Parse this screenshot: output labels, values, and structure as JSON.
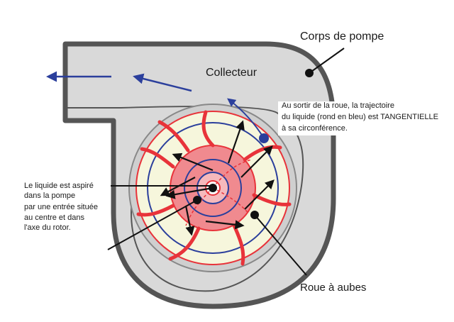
{
  "labels": {
    "corps_de_pompe": "Corps de pompe",
    "collecteur": "Collecteur",
    "roue_a_aubes": "Roue à aubes",
    "sortie_note": [
      "Au sortir de la roue,  la trajectoire",
      "du liquide (rond en bleu) est TANGENTIELLE",
      "à sa circonférence."
    ],
    "entree_note": [
      "Le liquide est aspiré",
      "dans la pompe",
      "par une entrée située",
      "au centre et dans",
      "l'axe du rotor."
    ]
  },
  "colors": {
    "casing_fill": "#d9d9d9",
    "casing_stroke": "#555555",
    "impeller_face": "#f6f6dc",
    "blade_red": "#e8333a",
    "hub_pink": "#f08a8f",
    "flow_blue": "#2b3f9c",
    "black": "#111111"
  }
}
